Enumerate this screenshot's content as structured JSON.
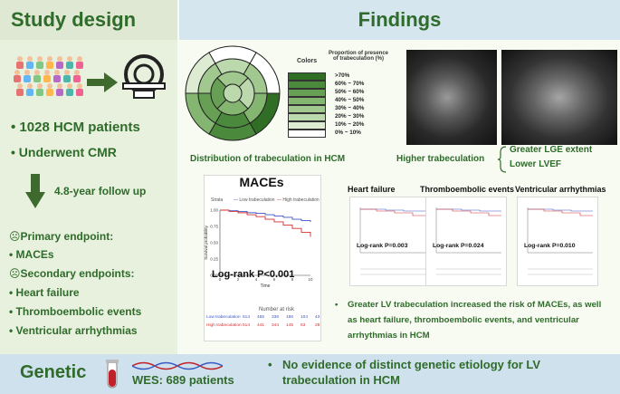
{
  "left": {
    "header": "Study design",
    "patients": "1028 HCM patients",
    "cmr": "Underwent CMR",
    "followup": "4.8-year follow up",
    "primary_label": "☹Primary endpoint:",
    "primary_items": [
      "MACEs"
    ],
    "secondary_label": "☹Secondary endpoints:",
    "secondary_items": [
      "Heart failure",
      "Thromboembolic events",
      "Ventricular arrhythmias"
    ]
  },
  "right": {
    "header": "Findings",
    "legend_colors_title": "Colors",
    "legend_title": "Proportion of presence of trabeculation (%)",
    "legend_items": [
      ">70%",
      "60% ~ 70%",
      "50% ~ 60%",
      "40% ~ 50%",
      "30% ~ 40%",
      "20% ~ 30%",
      "10% ~ 20%",
      "0% ~ 10%"
    ],
    "legend_colors": [
      "#2f6e24",
      "#4b8a3c",
      "#67a055",
      "#84b672",
      "#a0c88f",
      "#bcd9ae",
      "#dcebd2",
      "#ffffff"
    ],
    "bullseye_caption": "Distribution of trabeculation in HCM",
    "higher_label": "Higher trabeculation",
    "outcomes": [
      "Greater LGE extent",
      "Lower LVEF"
    ],
    "main_km": {
      "title": "MACEs",
      "logrank": "Log-rank P<0.001",
      "strata_label": "Strata",
      "legend": [
        "Low trabeculation",
        "High trabeculation"
      ],
      "xlabel": "Time",
      "ylabel": "Survival probability",
      "number_at_risk": "Number at risk",
      "risk_low": [
        "514",
        "465",
        "336",
        "186",
        "104",
        "43"
      ],
      "risk_high": [
        "514",
        "441",
        "344",
        "145",
        "63",
        "28"
      ],
      "row_labels": [
        "Low trabeculation",
        "High trabeculation"
      ]
    },
    "small_km": [
      {
        "title": "Heart failure",
        "logrank": "Log-rank P=0.003"
      },
      {
        "title": "Thromboembolic events",
        "logrank": "Log-rank P=0.024"
      },
      {
        "title": "Ventricular arrhythmias",
        "logrank": "Log-rank P=0.010"
      }
    ],
    "conclusion": "Greater LV trabeculation increased the risk of MACEs, as well as heart failure, thromboembolic events, and ventricular arrhythmias in HCM"
  },
  "bottom": {
    "genetic": "Genetic",
    "wes": "WES: 689 patients",
    "finding": "No evidence of distinct genetic etiology for LV trabeculation in HCM"
  },
  "chart_data": [
    {
      "type": "line",
      "title": "MACEs",
      "xlabel": "Time",
      "ylabel": "Survival probability",
      "x": [
        0,
        2,
        4,
        6,
        8,
        10
      ],
      "xlim": [
        0,
        10
      ],
      "ylim": [
        0,
        1
      ],
      "yticks": [
        0,
        0.25,
        0.5,
        0.75,
        1
      ],
      "series": [
        {
          "name": "Low trabeculation",
          "color": "#3b57c4",
          "x": [
            0,
            1,
            2,
            3,
            4,
            5,
            6,
            7,
            8,
            9,
            10
          ],
          "values": [
            1.0,
            0.99,
            0.98,
            0.96,
            0.95,
            0.93,
            0.91,
            0.89,
            0.86,
            0.84,
            0.82
          ]
        },
        {
          "name": "High trabeculation",
          "color": "#d62f2f",
          "x": [
            0,
            1,
            2,
            3,
            4,
            5,
            6,
            7,
            8,
            9,
            10
          ],
          "values": [
            1.0,
            0.98,
            0.96,
            0.93,
            0.9,
            0.86,
            0.82,
            0.77,
            0.72,
            0.66,
            0.59
          ]
        }
      ]
    }
  ]
}
